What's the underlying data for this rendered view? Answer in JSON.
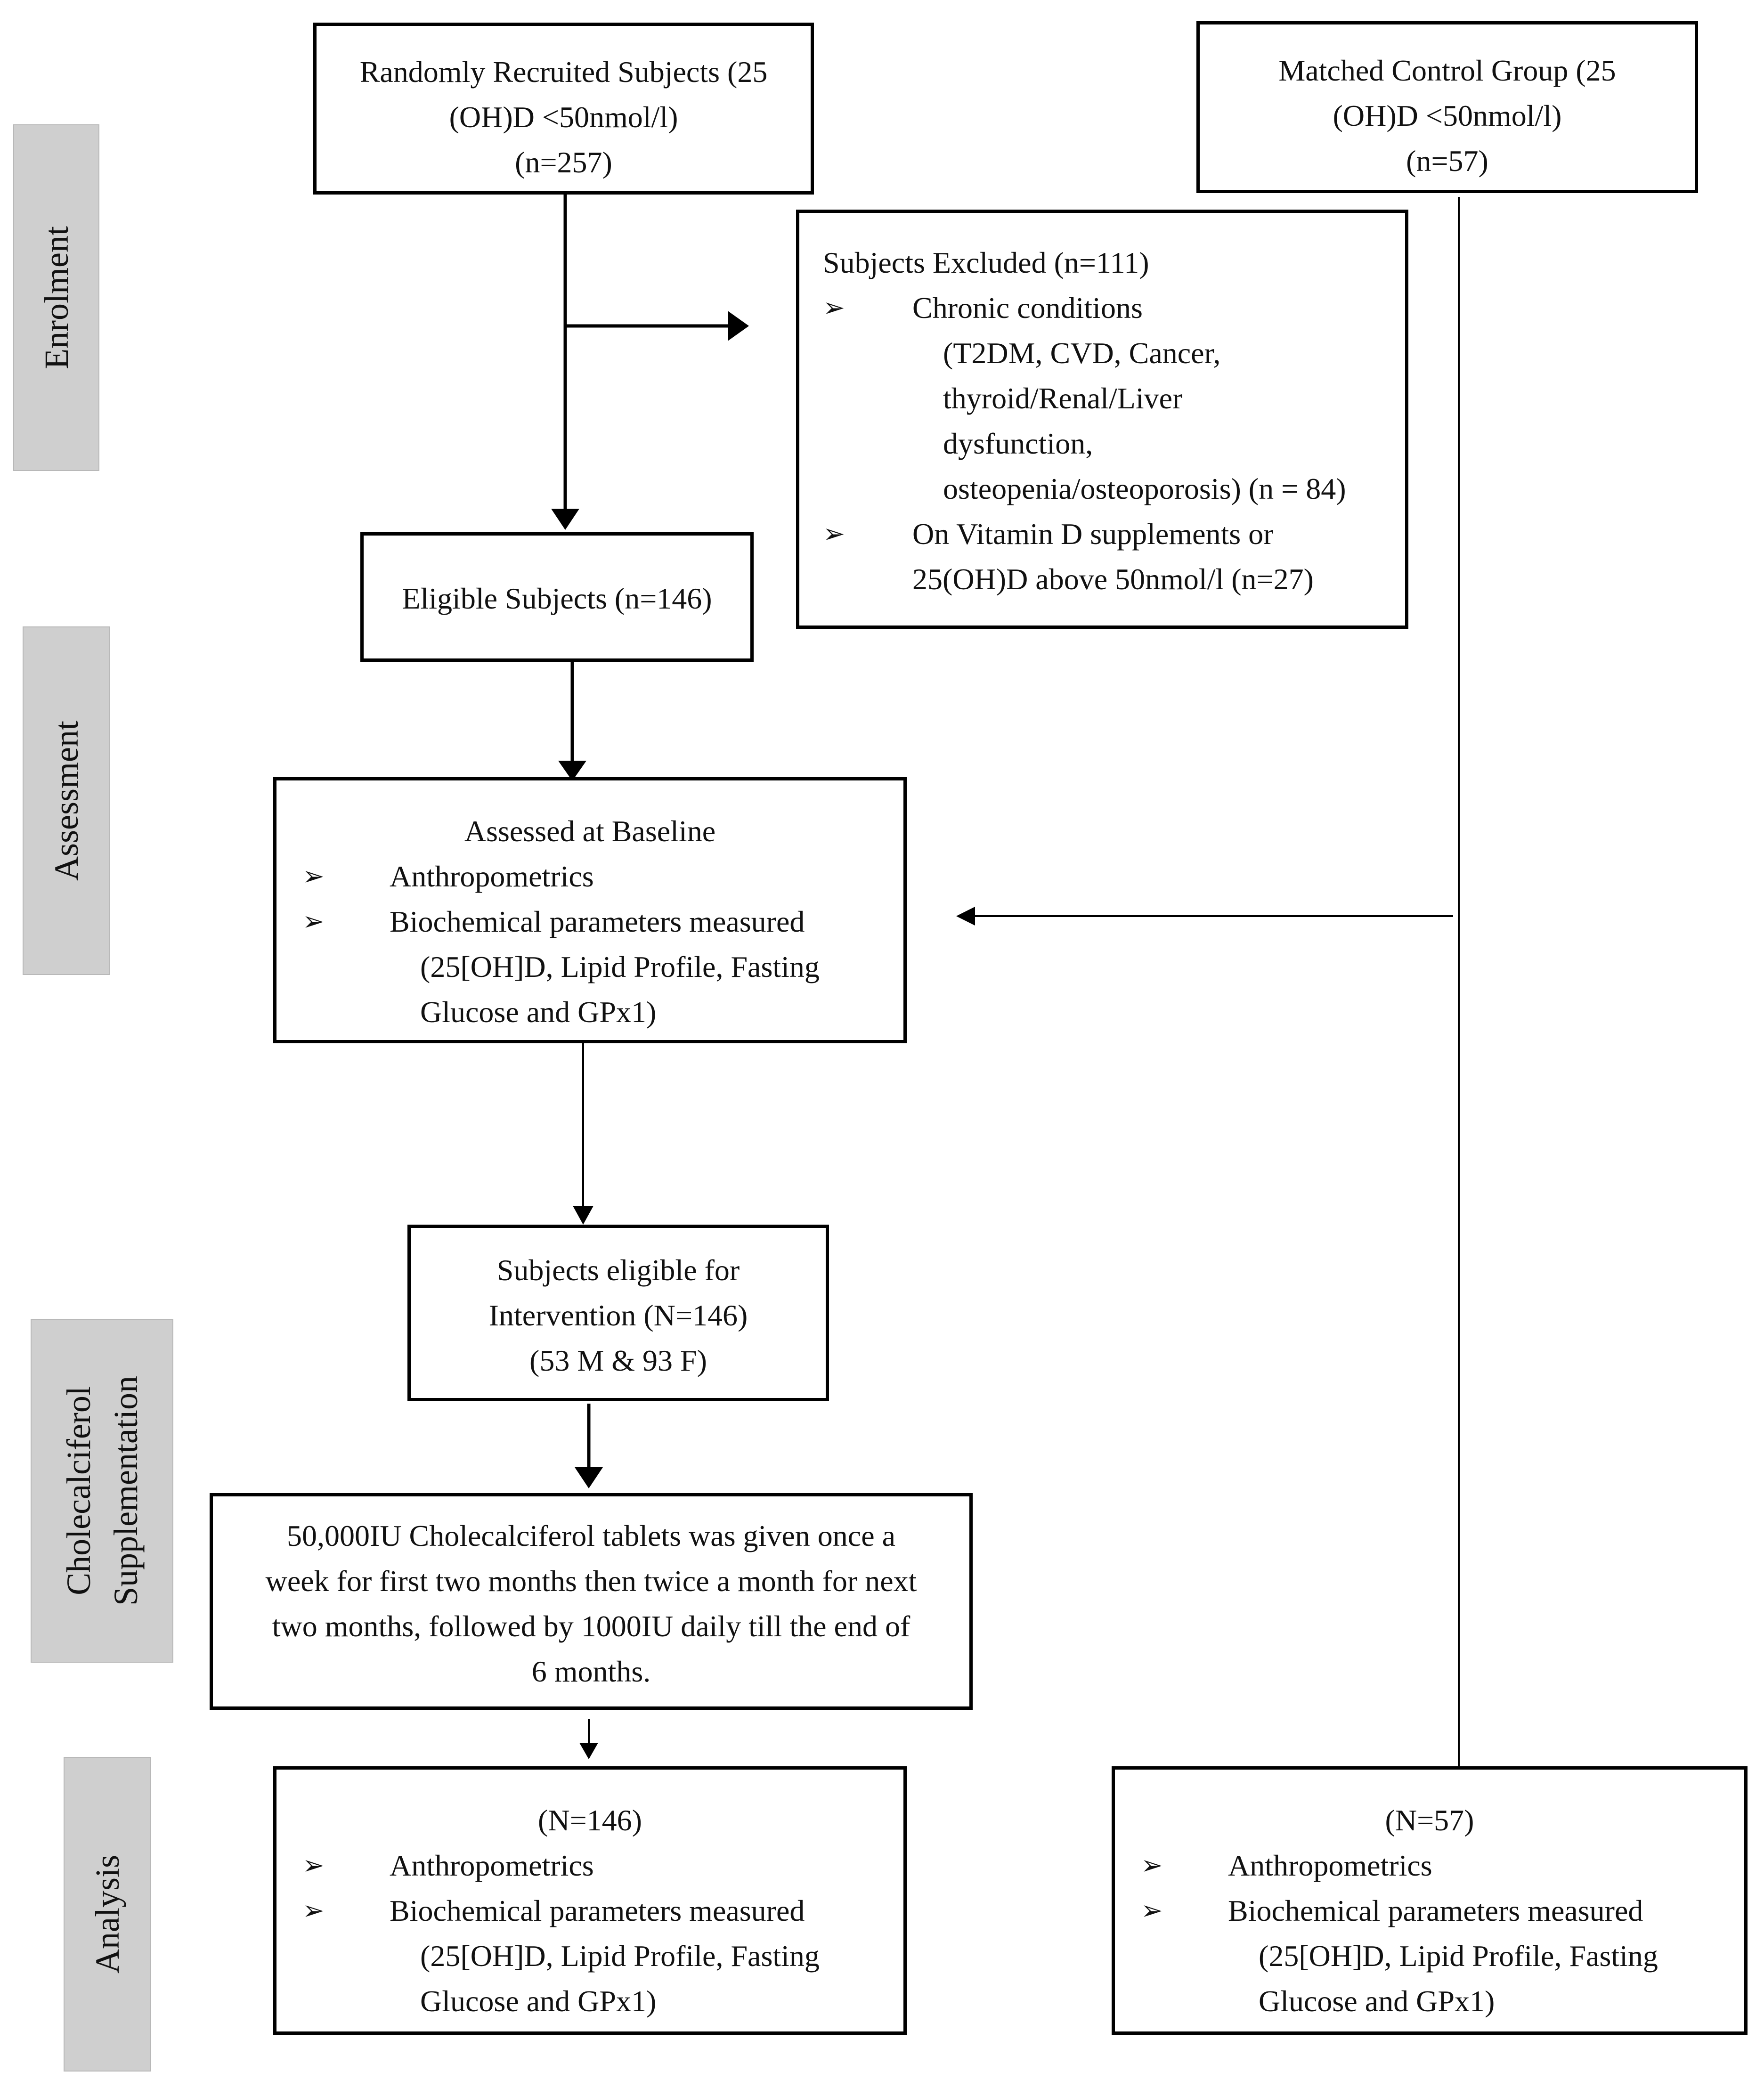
{
  "stages": {
    "enrolment": "Enrolment",
    "assessment": "Assessment",
    "supplementation_line1": "Cholecalciferol",
    "supplementation_line2": "Supplementation",
    "analysis": "Analysis"
  },
  "recruited": {
    "line1": "Randomly Recruited Subjects (25",
    "line2": "(OH)D <50nmol/l)",
    "line3": "(n=257)"
  },
  "control": {
    "line1": "Matched Control Group (25",
    "line2": "(OH)D <50nmol/l)",
    "line3": "(n=57)"
  },
  "excluded": {
    "title": "Subjects Excluded (n=111)",
    "item1_line1": "Chronic conditions",
    "item1_line2": "(T2DM, CVD, Cancer,",
    "item1_line3": "thyroid/Renal/Liver",
    "item1_line4": "dysfunction,",
    "item1_line5": "osteopenia/osteoporosis) (n = 84)",
    "item2_line1": "On Vitamin D supplements or",
    "item2_line2": "25(OH)D above 50nmol/l (n=27)"
  },
  "eligible": {
    "label": "Eligible Subjects (n=146)"
  },
  "baseline": {
    "title": "Assessed at Baseline",
    "item1": "Anthropometrics",
    "item2_line1": "Biochemical parameters measured",
    "item2_line2": "(25[OH]D, Lipid Profile, Fasting",
    "item2_line3": "Glucose and GPx1)"
  },
  "intervention": {
    "line1": "Subjects eligible for",
    "line2": "Intervention (N=146)",
    "line3": "(53 M & 93 F)"
  },
  "dosing": {
    "line1": "50,000IU Cholecalciferol tablets was given once a",
    "line2": "week for first two months then twice a month for next",
    "line3": "two months, followed by 1000IU daily till the end of",
    "line4": "6 months."
  },
  "analysis_treated": {
    "title": "(N=146)",
    "item1": "Anthropometrics",
    "item2_line1": "Biochemical parameters measured",
    "item2_line2": "(25[OH]D, Lipid Profile, Fasting",
    "item2_line3": "Glucose and GPx1)"
  },
  "analysis_control": {
    "title": "(N=57)",
    "item1": "Anthropometrics",
    "item2_line1": "Biochemical parameters measured",
    "item2_line2": "(25[OH]D, Lipid Profile, Fasting",
    "item2_line3": "Glucose and GPx1)"
  },
  "bullet_glyph": "➢"
}
